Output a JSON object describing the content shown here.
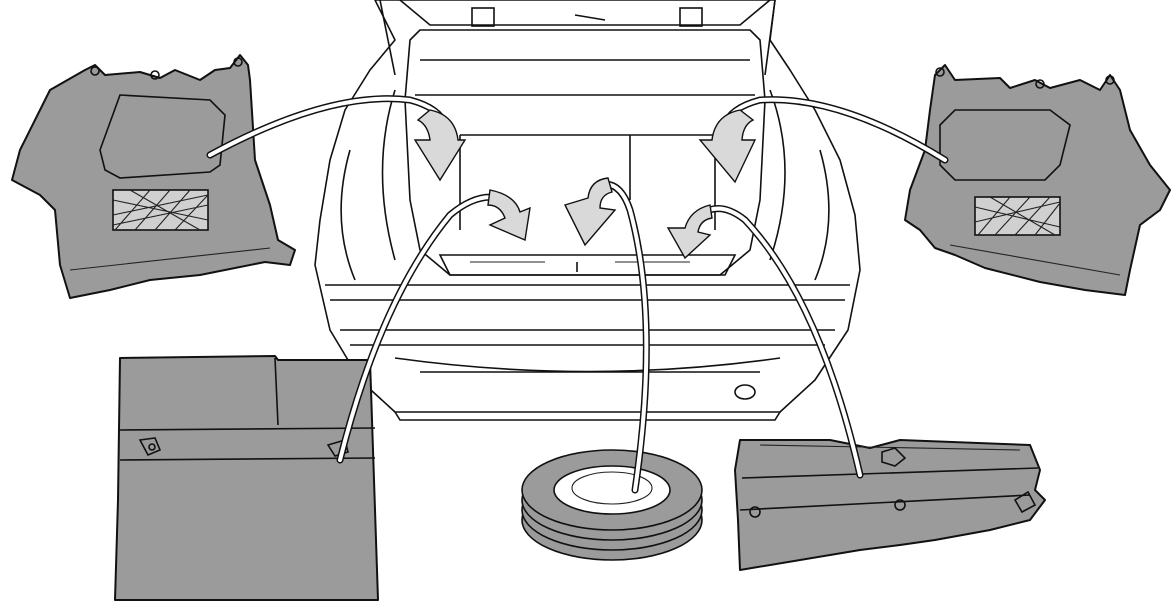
{
  "figure": {
    "kind": "trunk-components-installation",
    "components": [
      {
        "id": "left-side-panel",
        "label": ""
      },
      {
        "id": "right-side-panel",
        "label": ""
      },
      {
        "id": "floor-hatch",
        "label": ""
      },
      {
        "id": "spare-tire",
        "label": ""
      },
      {
        "id": "sill-trim-panel",
        "label": ""
      }
    ],
    "colors": {
      "part_fill": "#9b9b9b",
      "arrow_fill": "#d9d9d9",
      "outline": "#111111"
    }
  }
}
